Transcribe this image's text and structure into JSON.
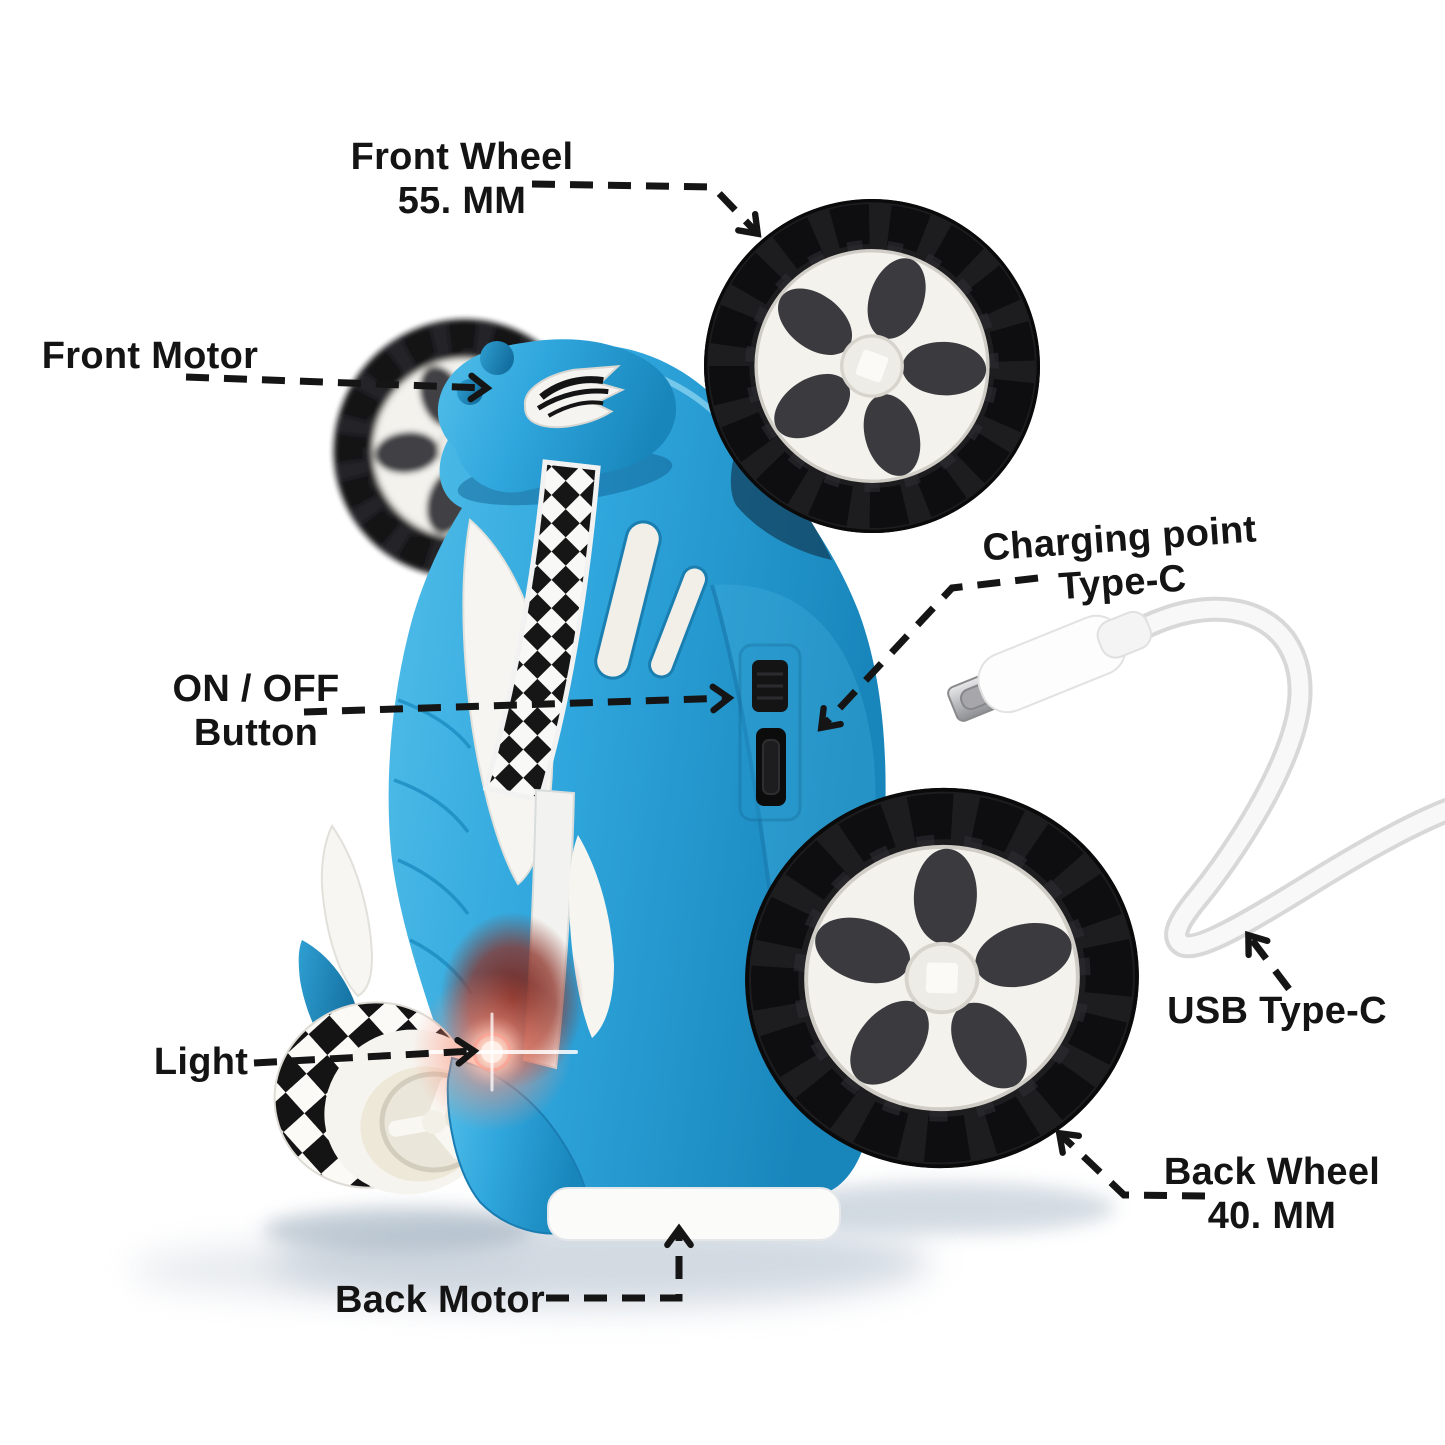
{
  "image": {
    "kind": "annotated product diagram",
    "subject": "blue RC stunt car with USB Type-C charging cable",
    "background": "#ffffff"
  },
  "colors": {
    "body_blue": "#2fa6dd",
    "body_blue_light": "#53bfe9",
    "body_blue_dark": "#1886bb",
    "tire_black": "#1d1d20",
    "rim_white": "#f3f2ed",
    "cable_white": "#f8f8f8",
    "led_glow_red": "#ff8f79",
    "label_text": "#141414"
  },
  "annotations": {
    "front_wheel": {
      "line1": "Front Wheel",
      "line2": "55. MM"
    },
    "front_motor": {
      "line1": "Front Motor"
    },
    "on_off_button": {
      "line1": "ON / OFF",
      "line2": "Button"
    },
    "charging_point": {
      "line1": "Charging point",
      "line2": "Type-C"
    },
    "usb_type_c": {
      "line1": "USB Type-C"
    },
    "light": {
      "line1": "Light"
    },
    "back_motor": {
      "line1": "Back Motor"
    },
    "back_wheel": {
      "line1": "Back Wheel",
      "line2": "40. MM"
    }
  }
}
